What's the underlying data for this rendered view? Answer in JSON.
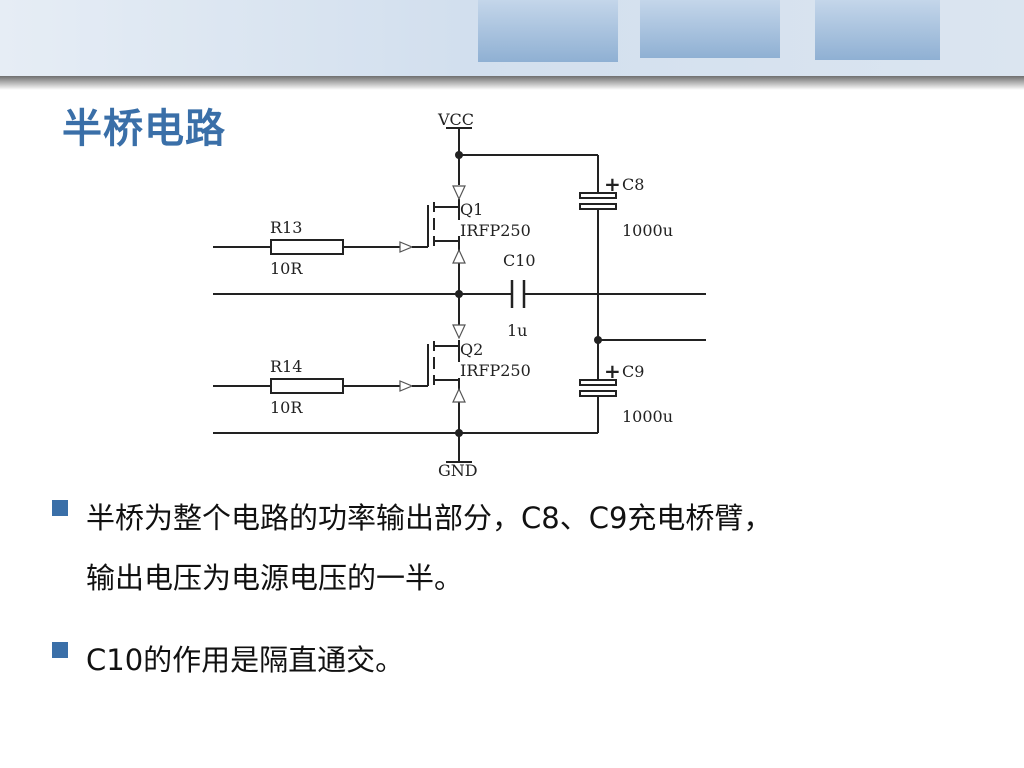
{
  "slide": {
    "title": "半桥电路",
    "bullets": [
      {
        "line1": "半桥为整个电路的功率输出部分，C8、C9充电桥臂，",
        "line2": "输出电压为电源电压的一半。"
      },
      {
        "line1": "C10的作用是隔直通交。"
      }
    ]
  },
  "schematic": {
    "vcc": "VCC",
    "gnd": "GND",
    "q1_ref": "Q1",
    "q1_part": "IRFP250",
    "q2_ref": "Q2",
    "q2_part": "IRFP250",
    "r13_ref": "R13",
    "r13_val": "10R",
    "r14_ref": "R14",
    "r14_val": "10R",
    "c10_ref": "C10",
    "c10_val": "1u",
    "c8_ref": "C8",
    "c8_val": "1000u",
    "c9_ref": "C9",
    "c9_val": "1000u",
    "plus": "+"
  },
  "colors": {
    "accent": "#3a6fa8",
    "wire": "#222222"
  }
}
